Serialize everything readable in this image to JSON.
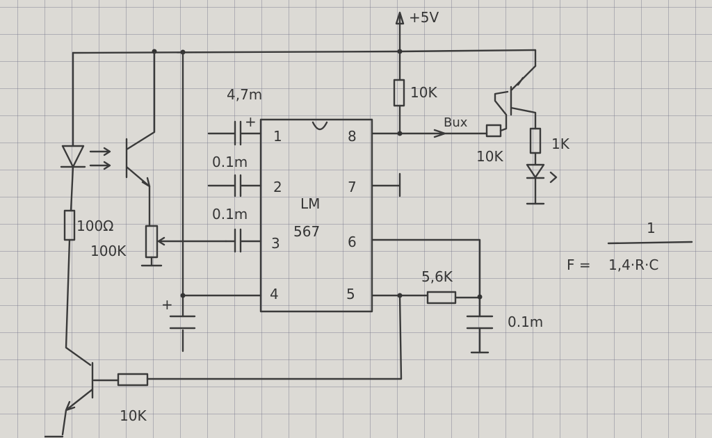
{
  "diagram": {
    "supply_label": "+5V",
    "ic": {
      "name_line1": "LM",
      "name_line2": "567",
      "pins_left": [
        "1",
        "2",
        "3",
        "4"
      ],
      "pins_right": [
        "8",
        "7",
        "6",
        "5"
      ]
    },
    "components": {
      "c_pin1": "4,7m",
      "c_pin2": "0.1m",
      "c_pin3": "0.1m",
      "r_pullup": "10K",
      "buzzer": "Bux",
      "r_base": "10K",
      "r_led": "1K",
      "r_left": "100Ω",
      "pot": "100K",
      "r_timing": "5,6K",
      "c_timing": "0.1m",
      "r_bottom": "10K",
      "c_supply_plus": "+",
      "c_pin1_plus": "+"
    },
    "formula": {
      "lhs": "F =",
      "numerator": "1",
      "denominator": "1,4·R·C"
    }
  }
}
